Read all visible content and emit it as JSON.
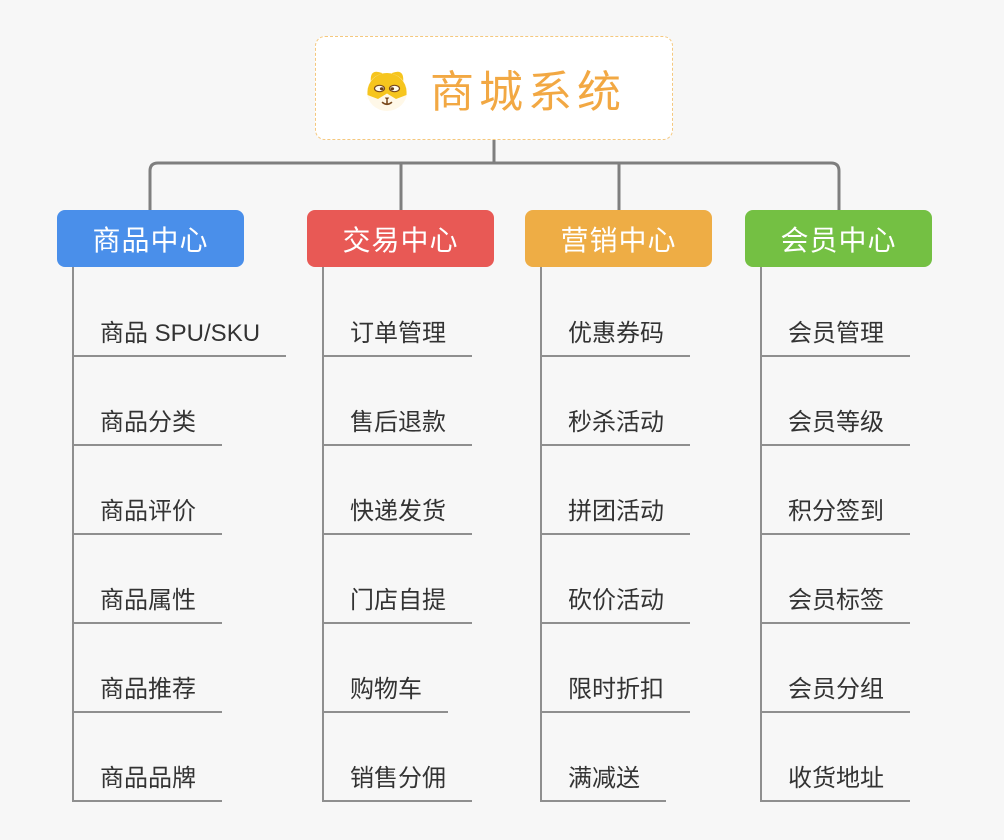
{
  "root": {
    "title": "商城系统",
    "icon": "shiba-dog-icon"
  },
  "colors": {
    "background": "#f7f7f7",
    "connector": "#7f7f7f",
    "leaf_underline": "#8f8f8f",
    "leaf_text": "#333333",
    "root_accent": "#f2a843",
    "root_border": "#f5c87e"
  },
  "branches": [
    {
      "label": "商品中心",
      "color": "#4a8fea",
      "items": [
        "商品 SPU/SKU",
        "商品分类",
        "商品评价",
        "商品属性",
        "商品推荐",
        "商品品牌"
      ]
    },
    {
      "label": "交易中心",
      "color": "#e85955",
      "items": [
        "订单管理",
        "售后退款",
        "快递发货",
        "门店自提",
        "购物车",
        "销售分佣"
      ]
    },
    {
      "label": "营销中心",
      "color": "#eead45",
      "items": [
        "优惠券码",
        "秒杀活动",
        "拼团活动",
        "砍价活动",
        "限时折扣",
        "满减送"
      ]
    },
    {
      "label": "会员中心",
      "color": "#74c043",
      "items": [
        "会员管理",
        "会员等级",
        "积分签到",
        "会员标签",
        "会员分组",
        "收货地址"
      ]
    }
  ]
}
